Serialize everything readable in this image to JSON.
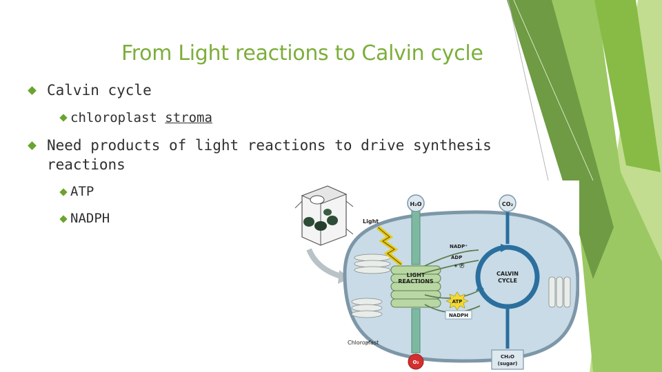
{
  "title": "From Light reactions to Calvin cycle",
  "bullets": [
    {
      "text": "Calvin cycle"
    },
    {
      "text": "chloroplast",
      "link": "stroma"
    },
    {
      "text": "Need products of light reactions to drive synthesis",
      "line2": "reactions"
    },
    {
      "text": "ATP"
    },
    {
      "text": "NADPH"
    }
  ],
  "diagram": {
    "light": "Light",
    "water": "H₂O",
    "co2": "CO₂",
    "nadp": "NADP⁺",
    "adp": "ADP",
    "pi": "+ Ⓟ",
    "light_reactions_1": "LIGHT",
    "light_reactions_2": "REACTIONS",
    "calvin_1": "CALVIN",
    "calvin_2": "CYCLE",
    "atp": "ATP",
    "nadph": "NADPH",
    "chloroplast": "Chloroplast",
    "o2": "O₂",
    "sugar_1": "CH₂O",
    "sugar_2": "(sugar)"
  },
  "colors": {
    "accent": "#7cae3a",
    "text": "#2f2f2f",
    "stroma": "#c8dbe6",
    "membrane": "#7d97a8",
    "thylakoid": "#b9d7a3",
    "calvin_arrow": "#2b6f9e",
    "atp_burst": "#f2d933",
    "o2": "#d32f2f"
  }
}
